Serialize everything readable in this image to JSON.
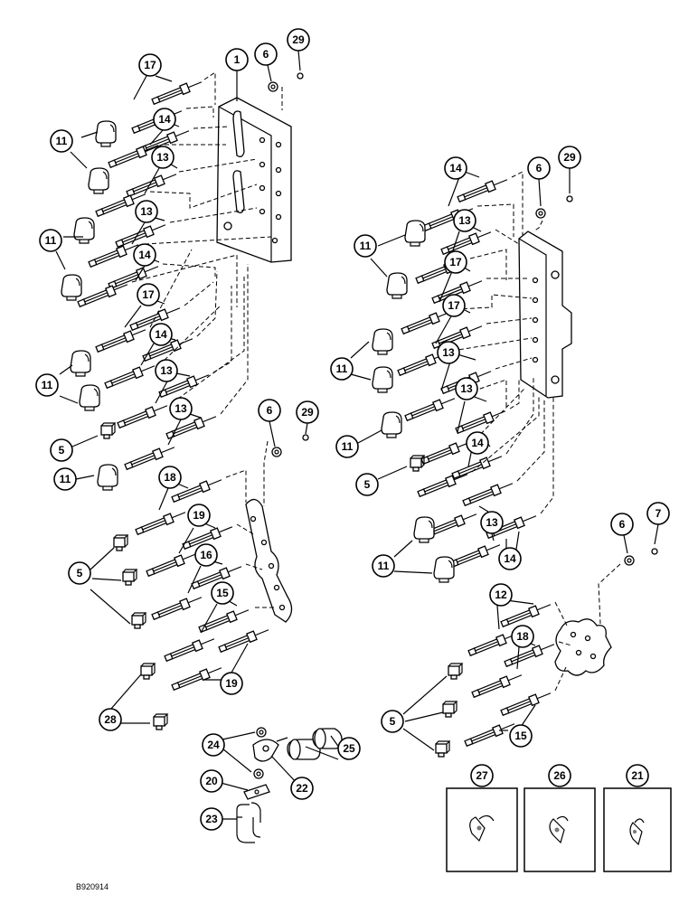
{
  "drawing_code": "B920914",
  "callouts": {
    "c1": "1",
    "c6a": "6",
    "c29a": "29",
    "c17a": "17",
    "c14a": "14",
    "c11a": "11",
    "c13a": "13",
    "c11b": "11",
    "c13b": "13",
    "c14b": "14",
    "c17b": "17",
    "c14c": "14",
    "c11c": "11",
    "c13c": "13",
    "c13d": "13",
    "c5a": "5",
    "c11d": "11",
    "c29b": "29",
    "c6b": "6",
    "c18a": "18",
    "c19a": "19",
    "c16": "16",
    "c5b": "5",
    "c15a": "15",
    "c19b": "19",
    "c28": "28",
    "c24": "24",
    "c22": "22",
    "c25": "25",
    "c20": "20",
    "c23": "23",
    "c6c": "6",
    "c29c": "29",
    "c14d": "14",
    "c13e": "13",
    "c11e": "11",
    "c17c": "17",
    "c17d": "17",
    "c11f": "11",
    "c13f": "13",
    "c11g": "11",
    "c13g": "13",
    "c14e": "14",
    "c5c": "5",
    "c13h": "13",
    "c11h": "11",
    "c14f": "14",
    "c6d": "6",
    "c7": "7",
    "c12": "12",
    "c18b": "18",
    "c5d": "5",
    "c15b": "15",
    "c27": "27",
    "c26": "26",
    "c21": "21"
  }
}
